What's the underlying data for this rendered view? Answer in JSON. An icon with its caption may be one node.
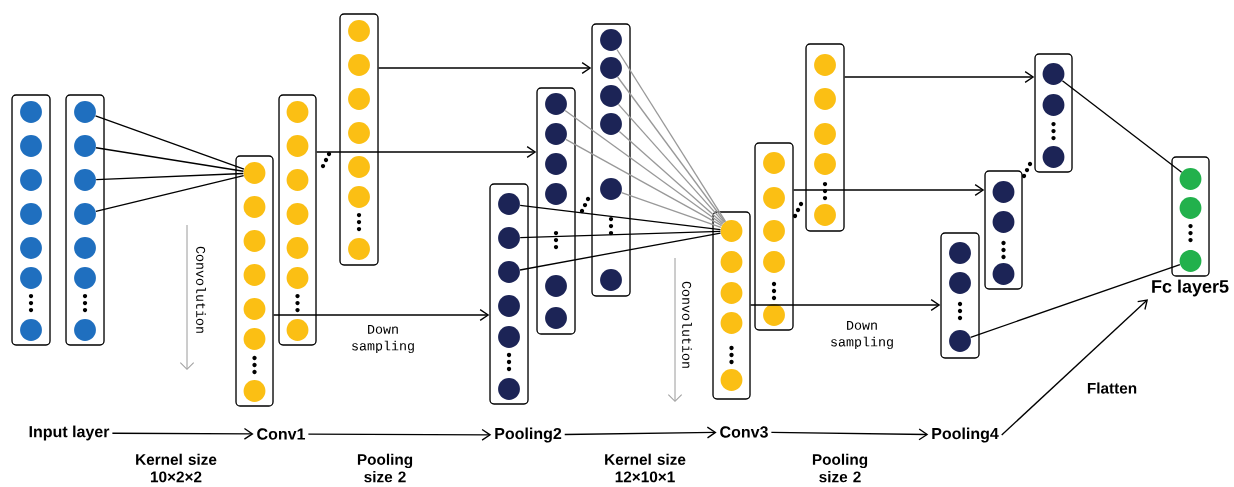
{
  "diagram": {
    "nodes": [
      {
        "text": [],
        "shape": "box"
      },
      {
        "text": [],
        "shape": "circle",
        "in": 0
      },
      {
        "text": [],
        "shape": "circle",
        "in": 0
      },
      {
        "text": [],
        "shape": "circle",
        "in": 0
      },
      {
        "text": [],
        "shape": "circle",
        "in": 0
      },
      {
        "text": [],
        "shape": "circle",
        "in": 0
      },
      {
        "text": [],
        "shape": "circle",
        "in": 0
      },
      {
        "text": [],
        "shape": "circle",
        "in": 0
      },
      {
        "text": [],
        "shape": "box"
      },
      {
        "text": [],
        "shape": "circle",
        "in": 8
      },
      {
        "text": [],
        "shape": "circle",
        "in": 8
      },
      {
        "text": [],
        "shape": "circle",
        "in": 8
      },
      {
        "text": [],
        "shape": "circle",
        "in": 8
      },
      {
        "text": [],
        "shape": "circle",
        "in": 8
      },
      {
        "text": [],
        "shape": "circle",
        "in": 8
      },
      {
        "text": [],
        "shape": "circle",
        "in": 8
      },
      {
        "text": [],
        "shape": "box"
      },
      {
        "text": [],
        "shape": "circle",
        "in": 16
      },
      {
        "text": [],
        "shape": "circle",
        "in": 16
      },
      {
        "text": [],
        "shape": "circle",
        "in": 16
      },
      {
        "text": [],
        "shape": "circle",
        "in": 16
      },
      {
        "text": [],
        "shape": "circle",
        "in": 16
      },
      {
        "text": [],
        "shape": "circle",
        "in": 16
      },
      {
        "text": [],
        "shape": "circle",
        "in": 16
      },
      {
        "text": [],
        "shape": "box"
      },
      {
        "text": [],
        "shape": "circle",
        "in": 24
      },
      {
        "text": [],
        "shape": "circle",
        "in": 24
      },
      {
        "text": [],
        "shape": "circle",
        "in": 24
      },
      {
        "text": [],
        "shape": "circle",
        "in": 24
      },
      {
        "text": [],
        "shape": "circle",
        "in": 24
      },
      {
        "text": [],
        "shape": "circle",
        "in": 24
      },
      {
        "text": [],
        "shape": "circle",
        "in": 24
      },
      {
        "text": [],
        "shape": "box"
      },
      {
        "text": [],
        "shape": "circle",
        "in": 32
      },
      {
        "text": [],
        "shape": "circle",
        "in": 32
      },
      {
        "text": [],
        "shape": "circle",
        "in": 32
      },
      {
        "text": [],
        "shape": "circle",
        "in": 32
      },
      {
        "text": [],
        "shape": "circle",
        "in": 32
      },
      {
        "text": [],
        "shape": "circle",
        "in": 32
      },
      {
        "text": [],
        "shape": "circle",
        "in": 32
      },
      {
        "text": [],
        "shape": "box"
      },
      {
        "text": [],
        "shape": "circle",
        "in": 40
      },
      {
        "text": [],
        "shape": "circle",
        "in": 40
      },
      {
        "text": [],
        "shape": "circle",
        "in": 40
      },
      {
        "text": [],
        "shape": "circle",
        "in": 40
      },
      {
        "text": [],
        "shape": "circle",
        "in": 40
      },
      {
        "text": [],
        "shape": "circle",
        "in": 40
      },
      {
        "text": [],
        "shape": "box"
      },
      {
        "text": [],
        "shape": "circle",
        "in": 47
      },
      {
        "text": [],
        "shape": "circle",
        "in": 47
      },
      {
        "text": [],
        "shape": "circle",
        "in": 47
      },
      {
        "text": [],
        "shape": "circle",
        "in": 47
      },
      {
        "text": [],
        "shape": "circle",
        "in": 47
      },
      {
        "text": [],
        "shape": "circle",
        "in": 47
      },
      {
        "text": [],
        "shape": "box"
      },
      {
        "text": [],
        "shape": "circle",
        "in": 54
      },
      {
        "text": [],
        "shape": "circle",
        "in": 54
      },
      {
        "text": [],
        "shape": "circle",
        "in": 54
      },
      {
        "text": [],
        "shape": "circle",
        "in": 54
      },
      {
        "text": [],
        "shape": "circle",
        "in": 54
      },
      {
        "text": [],
        "shape": "circle",
        "in": 54
      },
      {
        "text": [],
        "shape": "box"
      },
      {
        "text": [],
        "shape": "circle",
        "in": 61
      },
      {
        "text": [],
        "shape": "circle",
        "in": 61
      },
      {
        "text": [],
        "shape": "circle",
        "in": 61
      },
      {
        "text": [],
        "shape": "circle",
        "in": 61
      },
      {
        "text": [],
        "shape": "circle",
        "in": 61
      },
      {
        "text": [],
        "shape": "box"
      },
      {
        "text": [],
        "shape": "circle",
        "in": 67
      },
      {
        "text": [],
        "shape": "circle",
        "in": 67
      },
      {
        "text": [],
        "shape": "circle",
        "in": 67
      },
      {
        "text": [],
        "shape": "circle",
        "in": 67
      },
      {
        "text": [],
        "shape": "circle",
        "in": 67
      },
      {
        "text": [],
        "shape": "box"
      },
      {
        "text": [],
        "shape": "circle",
        "in": 73
      },
      {
        "text": [],
        "shape": "circle",
        "in": 73
      },
      {
        "text": [],
        "shape": "circle",
        "in": 73
      },
      {
        "text": [],
        "shape": "circle",
        "in": 73
      },
      {
        "text": [],
        "shape": "circle",
        "in": 73
      },
      {
        "text": [],
        "shape": "box"
      },
      {
        "text": [],
        "shape": "circle",
        "in": 79
      },
      {
        "text": [],
        "shape": "circle",
        "in": 79
      },
      {
        "text": [],
        "shape": "circle",
        "in": 79
      },
      {
        "text": [],
        "shape": "box"
      },
      {
        "text": [],
        "shape": "circle",
        "in": 83
      },
      {
        "text": [],
        "shape": "circle",
        "in": 83
      },
      {
        "text": [],
        "shape": "circle",
        "in": 83
      },
      {
        "text": [],
        "shape": "box"
      },
      {
        "text": [],
        "shape": "circle",
        "in": 87
      },
      {
        "text": [],
        "shape": "circle",
        "in": 87
      },
      {
        "text": [],
        "shape": "circle",
        "in": 87
      },
      {
        "text": [],
        "shape": "box"
      },
      {
        "text": [],
        "shape": "circle",
        "in": 91
      },
      {
        "text": [],
        "shape": "circle",
        "in": 91
      },
      {
        "text": [],
        "shape": "circle",
        "in": 91
      },
      {
        "text": [
          "Input layer"
        ]
      },
      {
        "text": [
          "Conv1"
        ]
      },
      {
        "text": [
          "Pooling2"
        ]
      },
      {
        "text": [
          "Conv3"
        ]
      },
      {
        "text": [
          "Pooling4"
        ]
      },
      {
        "text": [
          "Fc layer5"
        ]
      }
    ],
    "edges": [
      {
        "from": 9,
        "to": 17,
        "arrow": "none"
      },
      {
        "from": 10,
        "to": 17,
        "arrow": "none"
      },
      {
        "from": 11,
        "to": 17,
        "arrow": "none"
      },
      {
        "from": 12,
        "to": 17,
        "arrow": "none"
      },
      {
        "from": 16,
        "to": 40,
        "arrow": "to",
        "label": "Down sampling"
      },
      {
        "from": 24,
        "to": 47,
        "arrow": "to"
      },
      {
        "from": 32,
        "to": 54,
        "arrow": "to"
      },
      {
        "from": 41,
        "to": 62,
        "arrow": "none"
      },
      {
        "from": 42,
        "to": 62,
        "arrow": "none"
      },
      {
        "from": 43,
        "to": 62,
        "arrow": "none"
      },
      {
        "from": 48,
        "to": 62,
        "arrow": "none",
        "color": "#999999"
      },
      {
        "from": 49,
        "to": 62,
        "arrow": "none",
        "color": "#999999"
      },
      {
        "from": 55,
        "to": 62,
        "arrow": "none",
        "color": "#999999"
      },
      {
        "from": 56,
        "to": 62,
        "arrow": "none",
        "color": "#999999"
      },
      {
        "from": 57,
        "to": 62,
        "arrow": "none",
        "color": "#999999"
      },
      {
        "from": 58,
        "to": 62,
        "arrow": "none",
        "color": "#999999"
      },
      {
        "from": 59,
        "to": 62,
        "arrow": "none",
        "color": "#999999"
      },
      {
        "from": 61,
        "to": 79,
        "arrow": "to",
        "label": "Down sampling"
      },
      {
        "from": 67,
        "to": 83,
        "arrow": "to"
      },
      {
        "from": 73,
        "to": 87,
        "arrow": "to"
      },
      {
        "from": 88,
        "to": 92,
        "arrow": "none"
      },
      {
        "from": 82,
        "to": 94,
        "arrow": "none"
      },
      {
        "from": 95,
        "to": 96,
        "arrow": "to",
        "label": "Kernel size 10×2×2"
      },
      {
        "from": 96,
        "to": 97,
        "arrow": "to",
        "label": "Pooling size 2"
      },
      {
        "from": 97,
        "to": 98,
        "arrow": "to",
        "label": "Kernel size 12×10×1"
      },
      {
        "from": 98,
        "to": 99,
        "arrow": "to",
        "label": "Pooling size 2"
      },
      {
        "from": 99,
        "to": 100,
        "arrow": "to",
        "label": "Flatten"
      }
    ],
    "labels": [
      "Convolution",
      "Convolution"
    ]
  }
}
